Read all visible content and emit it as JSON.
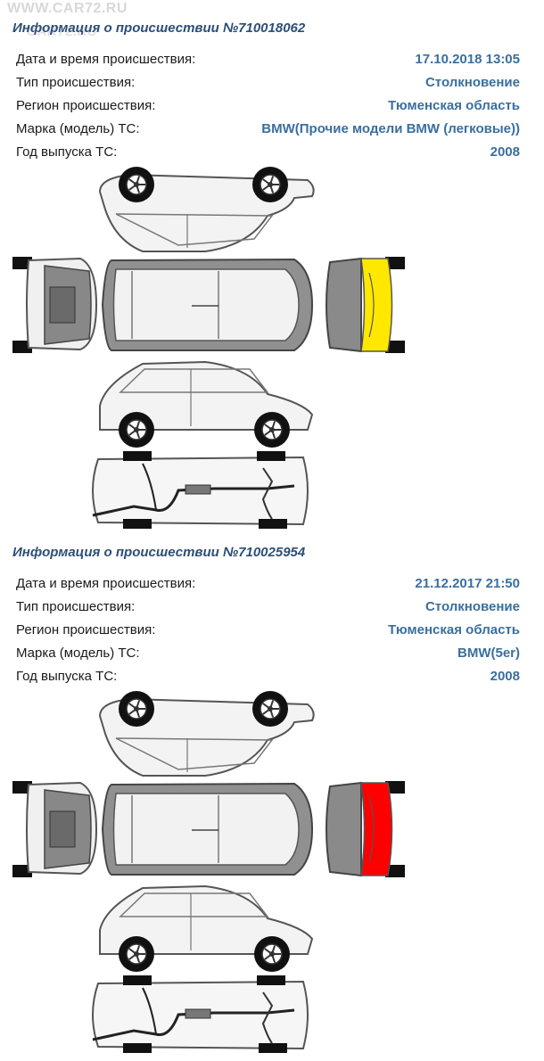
{
  "watermark": {
    "line1": "WWW.CAR72.RU",
    "line2": "CAR72.RU"
  },
  "incidents": [
    {
      "title": "Информация о происшествии №710018062",
      "rows": [
        {
          "label": "Дата и время происшествия:",
          "value": "17.10.2018 13:05"
        },
        {
          "label": "Тип происшествия:",
          "value": "Столкновение"
        },
        {
          "label": "Регион происшествия:",
          "value": "Тюменская область"
        },
        {
          "label": "Марка (модель) ТС:",
          "value": "BMW(Прочие модели BMW (легковые))"
        },
        {
          "label": "Год выпуска ТС:",
          "value": "2008"
        }
      ],
      "damage": {
        "zone": "front",
        "color": "#ffe800"
      }
    },
    {
      "title": "Информация о происшествии №710025954",
      "rows": [
        {
          "label": "Дата и время происшествия:",
          "value": "21.12.2017 21:50"
        },
        {
          "label": "Тип происшествия:",
          "value": "Столкновение"
        },
        {
          "label": "Регион происшествия:",
          "value": "Тюменская область"
        },
        {
          "label": "Марка (модель) ТС:",
          "value": "BMW(5er)"
        },
        {
          "label": "Год выпуска ТС:",
          "value": "2008"
        }
      ],
      "damage": {
        "zone": "front",
        "color": "#ff0000"
      }
    }
  ]
}
